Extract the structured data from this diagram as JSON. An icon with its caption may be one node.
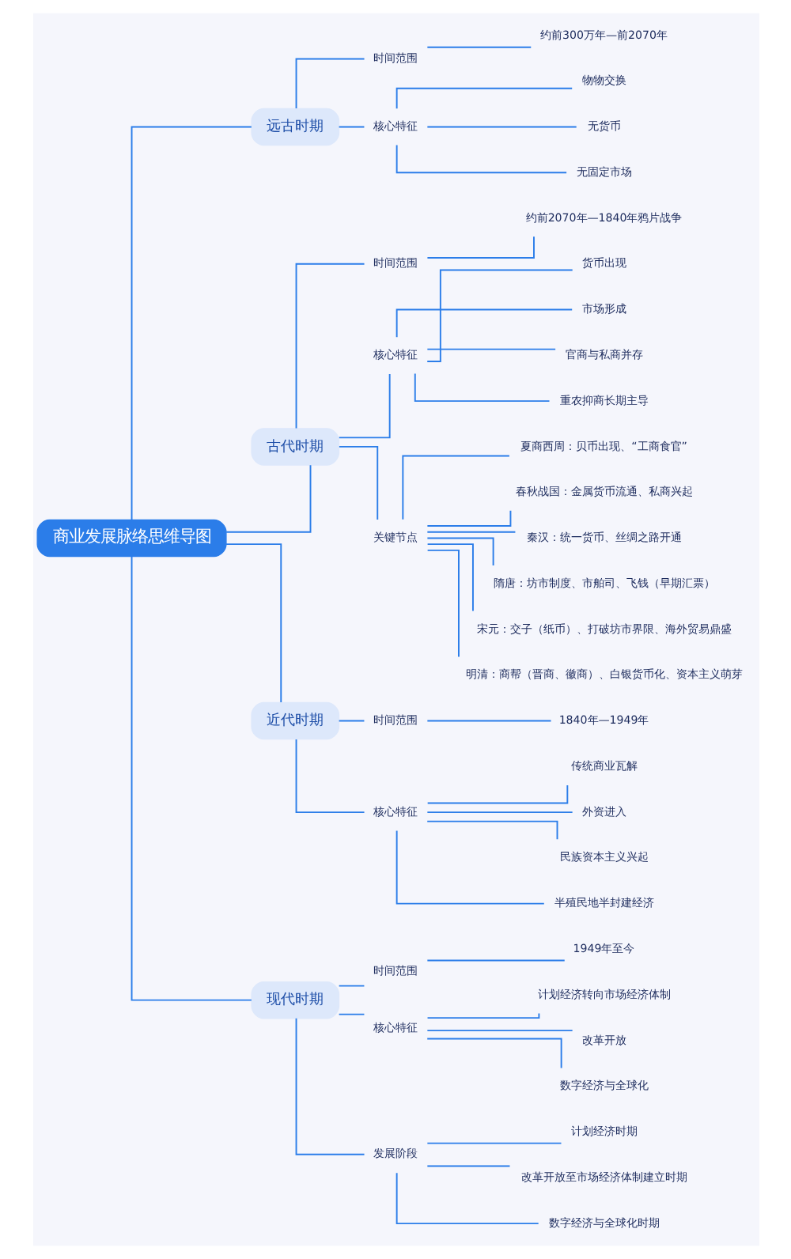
{
  "diagram": {
    "nodes": [
      {
        "text": [
          "商业发展脉络思维导图"
        ]
      },
      {
        "text": [
          "远古时期"
        ]
      },
      {
        "text": [
          "时间范围"
        ]
      },
      {
        "text": [
          "约前300万年—前2070年"
        ]
      },
      {
        "text": [
          "核心特征"
        ]
      },
      {
        "text": [
          "物物交换"
        ]
      },
      {
        "text": [
          "无货币"
        ]
      },
      {
        "text": [
          "无固定市场"
        ]
      },
      {
        "text": [
          "古代时期"
        ]
      },
      {
        "text": [
          "时间范围"
        ]
      },
      {
        "text": [
          "约前2070年—1840年鸦片战争"
        ]
      },
      {
        "text": [
          "核心特征"
        ]
      },
      {
        "text": [
          "货币出现"
        ]
      },
      {
        "text": [
          "市场形成"
        ]
      },
      {
        "text": [
          "官商与私商并存"
        ]
      },
      {
        "text": [
          "重农抑商长期主导"
        ]
      },
      {
        "text": [
          "关键节点"
        ]
      },
      {
        "text": [
          "夏商西周：贝币出现、“工商食官”"
        ]
      },
      {
        "text": [
          "春秋战国：金属货币流通、私商兴起"
        ]
      },
      {
        "text": [
          "秦汉：统一货币、丝绸之路开通"
        ]
      },
      {
        "text": [
          "隋唐：坊市制度、市舶司、飞钱（早期汇票）"
        ]
      },
      {
        "text": [
          "宋元：交子（纸币）、打破坊市界限、海外贸易鼎盛"
        ]
      },
      {
        "text": [
          "明清：商帮（晋商、徽商）、白银货币化、资本主义萌芽"
        ]
      },
      {
        "text": [
          "近代时期"
        ]
      },
      {
        "text": [
          "时间范围"
        ]
      },
      {
        "text": [
          "1840年—1949年"
        ]
      },
      {
        "text": [
          "核心特征"
        ]
      },
      {
        "text": [
          "传统商业瓦解"
        ]
      },
      {
        "text": [
          "外资进入"
        ]
      },
      {
        "text": [
          "民族资本主义兴起"
        ]
      },
      {
        "text": [
          "半殖民地半封建经济"
        ]
      },
      {
        "text": [
          "现代时期"
        ]
      },
      {
        "text": [
          "时间范围"
        ]
      },
      {
        "text": [
          "1949年至今"
        ]
      },
      {
        "text": [
          "核心特征"
        ]
      },
      {
        "text": [
          "计划经济转向市场经济体制"
        ]
      },
      {
        "text": [
          "改革开放"
        ]
      },
      {
        "text": [
          "数字经济与全球化"
        ]
      },
      {
        "text": [
          "发展阶段"
        ]
      },
      {
        "text": [
          "计划经济时期"
        ]
      },
      {
        "text": [
          "改革开放至市场经济体制建立时期"
        ]
      },
      {
        "text": [
          "数字经济与全球化时期"
        ]
      }
    ],
    "edges": [
      {
        "from": 0,
        "to": 1,
        "arrow": "none"
      },
      {
        "from": 1,
        "to": 2,
        "arrow": "none"
      },
      {
        "from": 2,
        "to": 3,
        "arrow": "none"
      },
      {
        "from": 1,
        "to": 4,
        "arrow": "none"
      },
      {
        "from": 4,
        "to": 5,
        "arrow": "none"
      },
      {
        "from": 4,
        "to": 6,
        "arrow": "none"
      },
      {
        "from": 4,
        "to": 7,
        "arrow": "none"
      },
      {
        "from": 0,
        "to": 8,
        "arrow": "none"
      },
      {
        "from": 8,
        "to": 9,
        "arrow": "none"
      },
      {
        "from": 9,
        "to": 10,
        "arrow": "none"
      },
      {
        "from": 8,
        "to": 11,
        "arrow": "none"
      },
      {
        "from": 11,
        "to": 12,
        "arrow": "none"
      },
      {
        "from": 11,
        "to": 13,
        "arrow": "none"
      },
      {
        "from": 11,
        "to": 14,
        "arrow": "none"
      },
      {
        "from": 11,
        "to": 15,
        "arrow": "none"
      },
      {
        "from": 8,
        "to": 16,
        "arrow": "none"
      },
      {
        "from": 16,
        "to": 17,
        "arrow": "none"
      },
      {
        "from": 16,
        "to": 18,
        "arrow": "none"
      },
      {
        "from": 16,
        "to": 19,
        "arrow": "none"
      },
      {
        "from": 16,
        "to": 20,
        "arrow": "none"
      },
      {
        "from": 16,
        "to": 21,
        "arrow": "none"
      },
      {
        "from": 16,
        "to": 22,
        "arrow": "none"
      },
      {
        "from": 0,
        "to": 23,
        "arrow": "none"
      },
      {
        "from": 23,
        "to": 24,
        "arrow": "none"
      },
      {
        "from": 24,
        "to": 25,
        "arrow": "none"
      },
      {
        "from": 23,
        "to": 26,
        "arrow": "none"
      },
      {
        "from": 26,
        "to": 27,
        "arrow": "none"
      },
      {
        "from": 26,
        "to": 28,
        "arrow": "none"
      },
      {
        "from": 26,
        "to": 29,
        "arrow": "none"
      },
      {
        "from": 26,
        "to": 30,
        "arrow": "none"
      },
      {
        "from": 0,
        "to": 31,
        "arrow": "none"
      },
      {
        "from": 31,
        "to": 32,
        "arrow": "none"
      },
      {
        "from": 32,
        "to": 33,
        "arrow": "none"
      },
      {
        "from": 31,
        "to": 34,
        "arrow": "none"
      },
      {
        "from": 34,
        "to": 35,
        "arrow": "none"
      },
      {
        "from": 34,
        "to": 36,
        "arrow": "none"
      },
      {
        "from": 34,
        "to": 37,
        "arrow": "none"
      },
      {
        "from": 31,
        "to": 38,
        "arrow": "none"
      },
      {
        "from": 38,
        "to": 39,
        "arrow": "none"
      },
      {
        "from": 38,
        "to": 40,
        "arrow": "none"
      },
      {
        "from": 38,
        "to": 41,
        "arrow": "none"
      }
    ]
  }
}
